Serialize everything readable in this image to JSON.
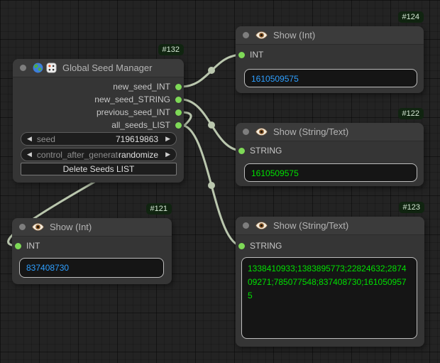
{
  "theme": {
    "wire_color": "#bac7ae",
    "slot_color": "#7ed957",
    "int_value_color": "#2e9fff",
    "string_value_color": "#00e000"
  },
  "nodes": {
    "global_seed_manager": {
      "id_badge": "#132",
      "title": "Global Seed Manager",
      "outputs": [
        "new_seed_INT",
        "new_seed_STRING",
        "previous_seed_INT",
        "all_seeds_LIST"
      ],
      "seed_widget": {
        "name": "seed",
        "value": "719619863"
      },
      "control_widget": {
        "name": "control_after_generate",
        "value": "randomize"
      },
      "delete_button_label": "Delete Seeds LIST"
    },
    "show_int_124": {
      "id_badge": "#124",
      "title": "Show (Int)",
      "input_label": "INT",
      "value": "1610509575"
    },
    "show_string_122": {
      "id_badge": "#122",
      "title": "Show (String/Text)",
      "input_label": "STRING",
      "value": "1610509575"
    },
    "show_int_121": {
      "id_badge": "#121",
      "title": "Show (Int)",
      "input_label": "INT",
      "value": "837408730"
    },
    "show_string_123": {
      "id_badge": "#123",
      "title": "Show (String/Text)",
      "input_label": "STRING",
      "value": "1338410933;1383895773;22824632;287409271;785077548;837408730;1610509575",
      "value_lines": [
        "1338410933;1383895773;22824632;2874",
        "09271;785077548;837408730;161050957",
        "5"
      ]
    }
  },
  "links": [
    {
      "from": "global_seed_manager.new_seed_INT",
      "to": "show_int_124.INT"
    },
    {
      "from": "global_seed_manager.new_seed_STRING",
      "to": "show_string_122.STRING"
    },
    {
      "from": "global_seed_manager.previous_seed_INT",
      "to": "show_int_121.INT"
    },
    {
      "from": "global_seed_manager.all_seeds_LIST",
      "to": "show_string_123.STRING"
    }
  ]
}
